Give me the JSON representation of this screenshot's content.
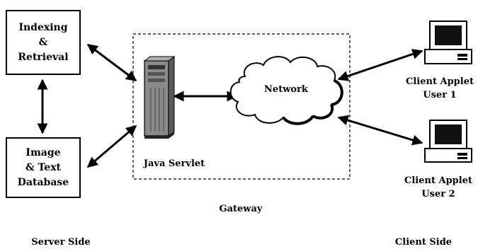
{
  "server": {
    "indexing_box": {
      "lines": [
        "Indexing",
        "&",
        "Retrieval"
      ]
    },
    "database_box": {
      "lines": [
        "Image",
        "& Text",
        "Database"
      ]
    }
  },
  "gateway": {
    "servlet_label": "Java Servlet",
    "network_label": "Network",
    "gateway_label": "Gateway"
  },
  "clients": [
    {
      "lines": [
        "Client Applet",
        "User 1"
      ]
    },
    {
      "lines": [
        "Client Applet",
        "User 2"
      ]
    }
  ],
  "sides": {
    "server": "Server Side",
    "client": "Client Side"
  },
  "colors": {
    "line": "#000000",
    "servlet_body": "#7a7a7a",
    "screen": "#111111"
  },
  "icons": [
    "server-tower-icon",
    "cloud-icon",
    "computer-icon"
  ]
}
